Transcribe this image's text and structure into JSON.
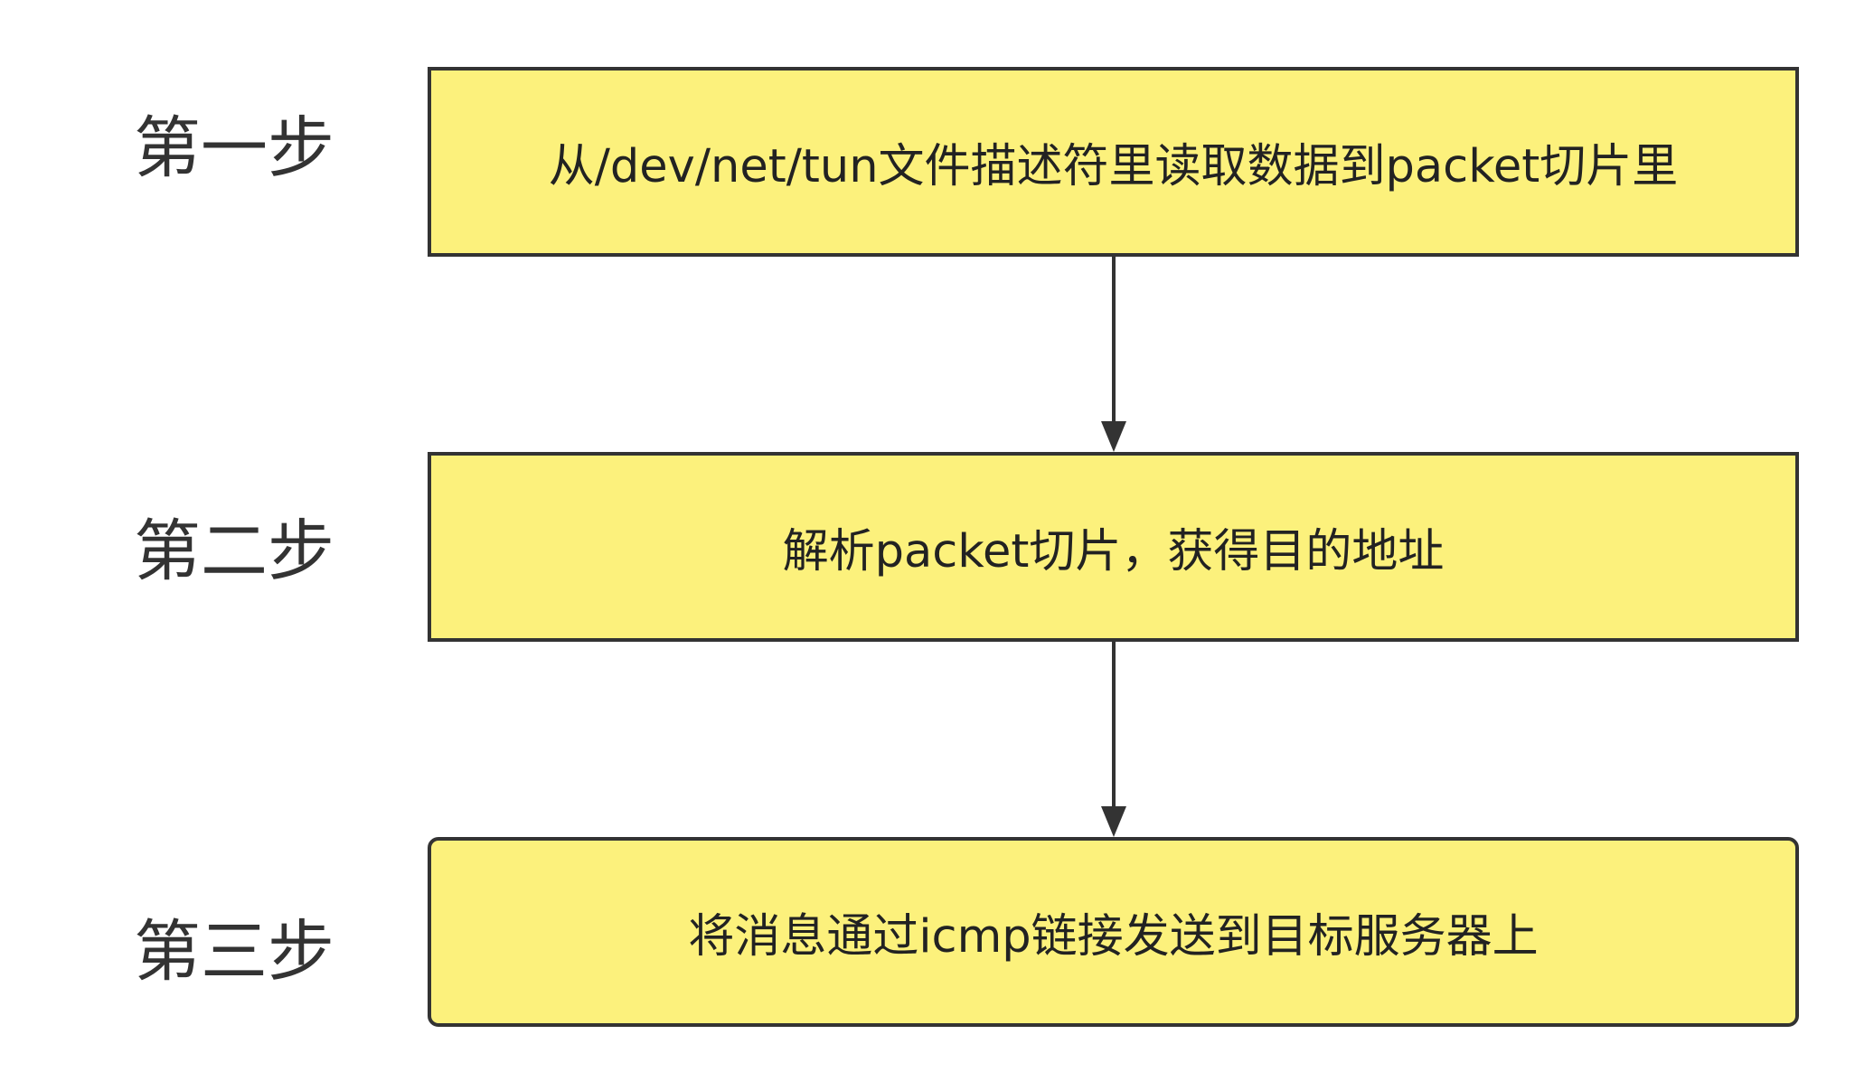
{
  "colors": {
    "box_fill": "#fcf17c",
    "stroke": "#333333",
    "background": "#ffffff"
  },
  "steps": [
    {
      "label": "第一步",
      "text": "从/dev/net/tun文件描述符里读取数据到packet切片里"
    },
    {
      "label": "第二步",
      "text": "解析packet切片，获得目的地址"
    },
    {
      "label": "第三步",
      "text": "将消息通过icmp链接发送到目标服务器上"
    }
  ]
}
